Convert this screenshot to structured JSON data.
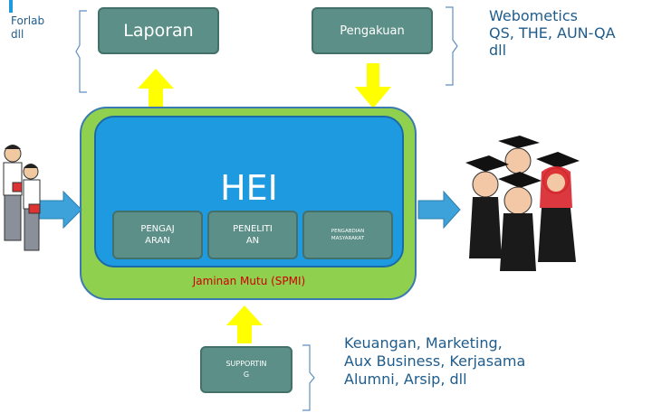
{
  "top_left_note": {
    "line1": "Forlab",
    "line2": "dll"
  },
  "top_right_note": {
    "line1": "Webometics",
    "line2": "QS, THE, AUN-QA",
    "line3": "dll"
  },
  "laporan": {
    "label": "Laporan"
  },
  "pengakuan": {
    "label": "Pengakuan"
  },
  "hei": {
    "title": "HEI",
    "units": [
      {
        "line1": "PENGAJ",
        "line2": "ARAN"
      },
      {
        "line1": "PENELITI",
        "line2": "AN"
      },
      {
        "line1": "PENGABDIAN",
        "line2": "MASYARAKAT"
      }
    ],
    "quality_label": "Jaminan Mutu (SPMI)"
  },
  "supporting": {
    "line1": "SUPPORTIN",
    "line2": "G"
  },
  "bottom_note": {
    "line1": "Keuangan, Marketing,",
    "line2": "Aux Business, Kerjasama",
    "line3": "Alumni, Arsip, dll"
  },
  "colors": {
    "teal": "#5b8f87",
    "green": "#8fd14f",
    "blue": "#1e9be0",
    "yellow": "#ffff00",
    "arrow_blue": "#3da2d9",
    "note_text": "#1f5c8c",
    "quality_text": "#cc0000"
  }
}
